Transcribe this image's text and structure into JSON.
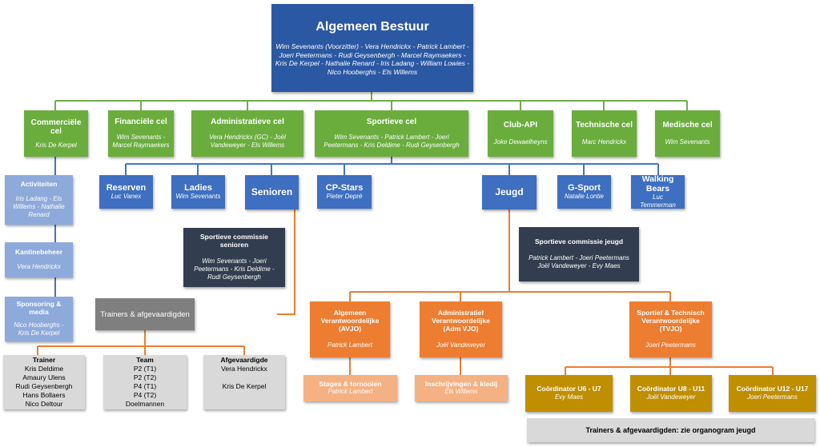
{
  "board": {
    "title": "Algemeen Bestuur",
    "members": "Wim Sevenants (Voorzitter) - Vera Hendrickx - Patrick Lambert - Joeri Peetermans - Rudi Geysenbergh - Marcel Raymaekers - Kris De Kerpel - Nathalie Renard - Iris Ladang - William Lowies - Nico Hooberghs - Els Willems"
  },
  "cells": {
    "commercial": {
      "title": "Commerciële cel",
      "members": "Kris De Kerpel"
    },
    "financial": {
      "title": "Financiële cel",
      "members": "Wim Sevenants - Marcel Raymaekers"
    },
    "administrative": {
      "title": "Administratieve cel",
      "members": "Vera Hendrickx (GC) - Joël Vandeweyer - Els Willems"
    },
    "sports": {
      "title": "Sportieve cel",
      "members": "Wim Sevenants - Patrick Lambert - Joeri Peetermans - Kris Deldime - Rudi Geysenbergh"
    },
    "club_api": {
      "title": "Club-API",
      "members": "Joke Dewaelheyns"
    },
    "technical": {
      "title": "Technische cel",
      "members": "Marc Hendrickx"
    },
    "medical": {
      "title": "Medische cel",
      "members": "Wim Sevenants"
    }
  },
  "commercial_sub": {
    "activities": {
      "title": "Activiteiten",
      "members": "Iris Ladang - Els Willems - Nathalie Renard"
    },
    "canteen": {
      "title": "Kantinebeheer",
      "members": "Vera Hendrickx"
    },
    "sponsoring": {
      "title": "Sponsoring & media",
      "members": "Nico Hooberghs - Kris De Kerpel"
    }
  },
  "teams": {
    "reserves": {
      "title": "Reserven",
      "members": "Luc Vanex"
    },
    "ladies": {
      "title": "Ladies",
      "members": "Wim Sevenants"
    },
    "seniors": {
      "title": "Senioren"
    },
    "cp_stars": {
      "title": "CP-Stars",
      "members": "Pieter Depré"
    },
    "youth": {
      "title": "Jeugd"
    },
    "g_sport": {
      "title": "G-Sport",
      "members": "Natalie Lontie"
    },
    "walking_bears": {
      "title": "Walking Bears",
      "members": "Luc Temmerman"
    }
  },
  "senior_commission": {
    "title": "Sportieve commissie senioren",
    "members": "Wim Sevenants - Joeri Peetermans - Kris Deldime - Rudi Geysenbergh"
  },
  "senior_trainers": {
    "title": "Trainers & afgevaardigden"
  },
  "lists": {
    "trainer": {
      "header": "Trainer",
      "items": [
        "Kris Deldime",
        "Amaury Ulens",
        "Rudi Geysenbergh",
        "Hans Bollaers",
        "Nico Deltour"
      ]
    },
    "team": {
      "header": "Team",
      "items": [
        "P2 (T1)",
        "P2 (T2)",
        "P4 (T1)",
        "P4 (T2)",
        "Doelmannen"
      ]
    },
    "delegate": {
      "header": "Afgevaardigde",
      "items": [
        "Vera Hendrickx",
        "",
        "Kris De Kerpel"
      ]
    }
  },
  "youth_commission": {
    "title": "Sportieve commissie jeugd",
    "members": "Patrick Lambert - Joeri Peetermans Joël Vandeweyer - Evy Maes"
  },
  "youth_roles": {
    "general": {
      "title": "Algemeen Verantwoordelijke (AVJO)",
      "members": "Patrick Lambert"
    },
    "admin": {
      "title": "Administratief Verantwoordelijke (Adm VJO)",
      "members": "Joël Vandeweyer"
    },
    "sport_tech": {
      "title": "Sportief & Technisch Verantwoordelijke (TVJO)",
      "members": "Joeri Peetermans"
    }
  },
  "youth_sub": {
    "stages": {
      "title": "Stages & tornooien",
      "members": "Patrick Lambert"
    },
    "registrations": {
      "title": "Inschrijvingen & kledij",
      "members": "Els Willems"
    }
  },
  "coordinators": {
    "u6_u7": {
      "title": "Coördinator U6 - U7",
      "members": "Evy Maes"
    },
    "u8_u11": {
      "title": "Coördinator U8 - U11",
      "members": "Joël Vandeweyer"
    },
    "u12_u17": {
      "title": "Coördinator U12 - U17",
      "members": "Joeri Peetermans"
    }
  },
  "youth_trainers": {
    "title": "Trainers & afgevaardigden: zie organogram jeugd"
  },
  "colors": {
    "board": "#2b58a2",
    "cell": "#6aad3d",
    "team": "#3e6fc0",
    "commercial_sub": "#8eaadb",
    "commission": "#323e4f",
    "youth_role": "#ec7d31",
    "youth_sub": "#f4b183",
    "coordinator": "#bf8f00",
    "trainers": "#7f7f7f",
    "list": "#d9d9d9",
    "line_green": "#70ad47",
    "line_blue": "#4472c4",
    "line_orange": "#ed7d31"
  }
}
